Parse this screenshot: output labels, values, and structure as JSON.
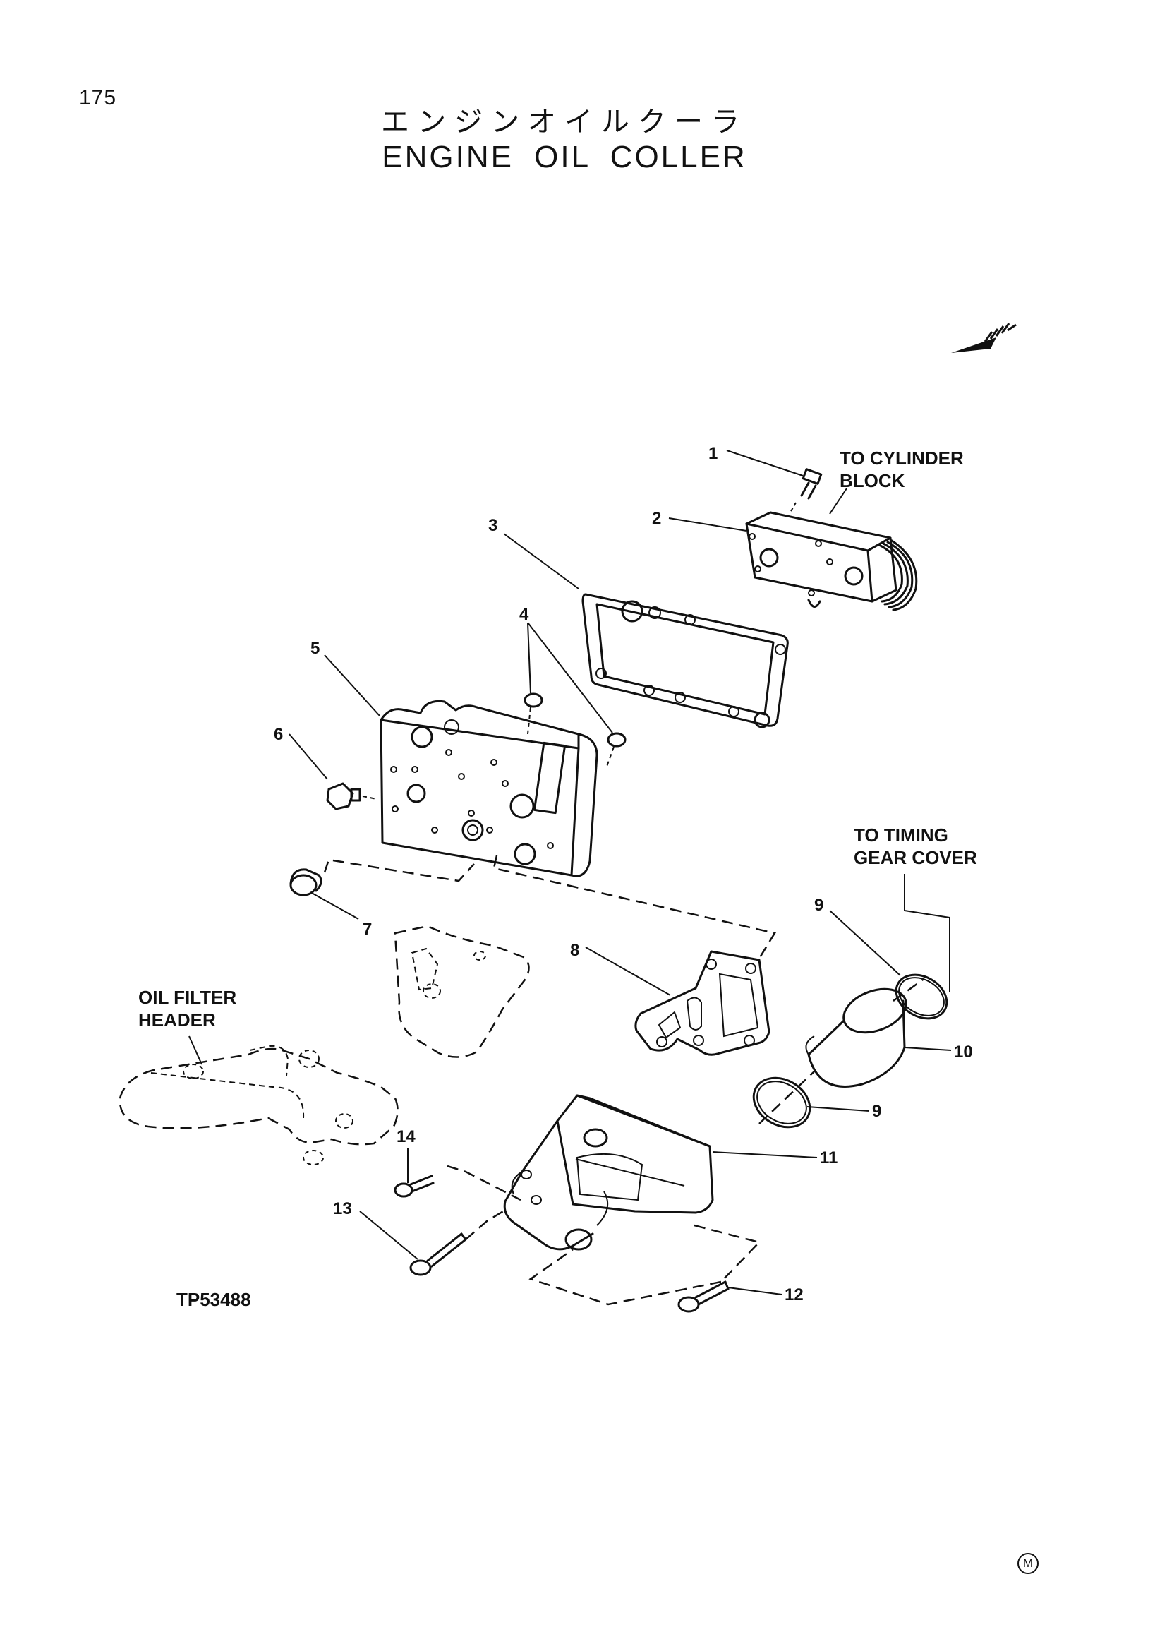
{
  "page_number": "175",
  "title_jp": "エンジンオイルクーラ",
  "title_en": "ENGINE OIL COLLER",
  "drawing_number": "TP53488",
  "mark": "M",
  "notes": {
    "to_cylinder_block_1": "TO CYLINDER",
    "to_cylinder_block_2": "BLOCK",
    "to_timing_gear_1": "TO TIMING",
    "to_timing_gear_2": "GEAR COVER",
    "oil_filter_header_1": "OIL FILTER",
    "oil_filter_header_2": "HEADER"
  },
  "callouts": {
    "c1": "1",
    "c2": "2",
    "c3": "3",
    "c4": "4",
    "c5": "5",
    "c6": "6",
    "c7": "7",
    "c8": "8",
    "c9a": "9",
    "c9b": "9",
    "c10": "10",
    "c11": "11",
    "c12": "12",
    "c13": "13",
    "c14": "14"
  }
}
